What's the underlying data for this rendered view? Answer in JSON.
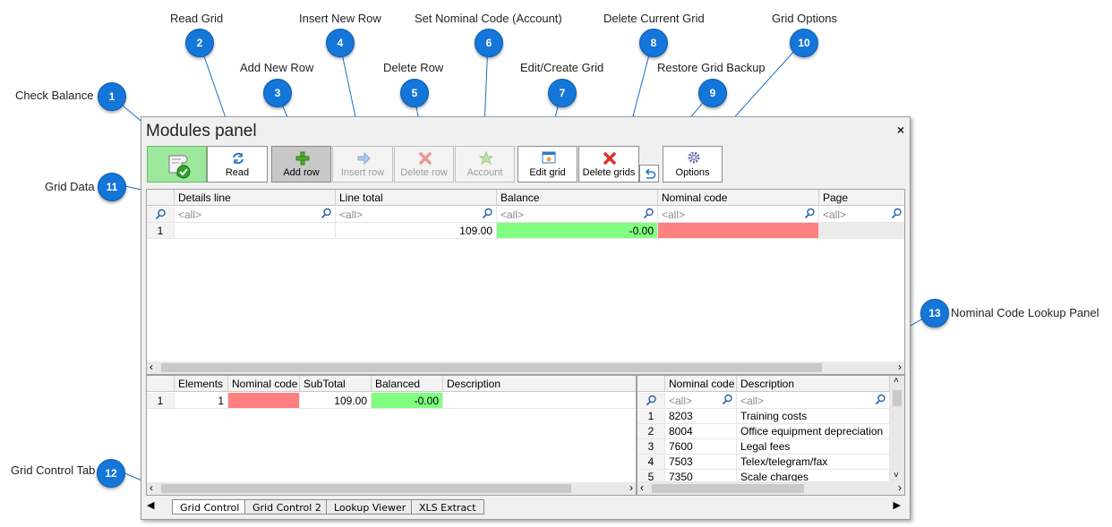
{
  "callouts": [
    {
      "num": "1",
      "label": "Check Balance"
    },
    {
      "num": "2",
      "label": "Read Grid"
    },
    {
      "num": "3",
      "label": "Add New Row"
    },
    {
      "num": "4",
      "label": "Insert New Row"
    },
    {
      "num": "5",
      "label": "Delete Row"
    },
    {
      "num": "6",
      "label": "Set Nominal Code (Account)"
    },
    {
      "num": "7",
      "label": "Edit/Create Grid"
    },
    {
      "num": "8",
      "label": "Delete Current Grid"
    },
    {
      "num": "9",
      "label": "Restore Grid Backup"
    },
    {
      "num": "10",
      "label": "Grid Options"
    },
    {
      "num": "11",
      "label": "Grid Data"
    },
    {
      "num": "12",
      "label": "Grid Control Tab"
    },
    {
      "num": "13",
      "label": "Nominal Code Lookup Panel"
    }
  ],
  "panel": {
    "title": "Modules panel",
    "close": "×"
  },
  "toolbar": {
    "read": "Read",
    "add_row": "Add row",
    "insert_row": "Insert row",
    "delete_row": "Delete row",
    "account": "Account",
    "edit_grid": "Edit grid",
    "delete_grids": "Delete grids",
    "options": "Options"
  },
  "main_grid": {
    "columns": [
      "Details line",
      "Line total",
      "Balance",
      "Nominal code",
      "Page"
    ],
    "filter_text": "<all>",
    "rows": [
      {
        "num": "1",
        "details": "",
        "line_total": "109.00",
        "balance": "-0.00",
        "nominal_code": "",
        "page": ""
      }
    ]
  },
  "summary_grid": {
    "columns": [
      "Elements",
      "Nominal code",
      "SubTotal",
      "Balanced",
      "Description"
    ],
    "rows": [
      {
        "num": "1",
        "elements": "1",
        "nominal_code": "",
        "subtotal": "109.00",
        "balanced": "-0.00",
        "description": ""
      }
    ]
  },
  "lookup_grid": {
    "columns": [
      "Nominal code",
      "Description"
    ],
    "filter_text": "<all>",
    "rows": [
      {
        "num": "1",
        "code": "8203",
        "desc": "Training costs"
      },
      {
        "num": "2",
        "code": "8004",
        "desc": "Office equipment depreciation"
      },
      {
        "num": "3",
        "code": "7600",
        "desc": "Legal fees"
      },
      {
        "num": "4",
        "code": "7503",
        "desc": "Telex/telegram/fax"
      },
      {
        "num": "5",
        "code": "7350",
        "desc": "Scale charges"
      }
    ]
  },
  "tabs": [
    "Grid Control",
    "Grid Control 2",
    "Lookup Viewer",
    "XLS Extract"
  ],
  "colors": {
    "accent_badge": "#1476d9",
    "balance_ok": "#80ff80",
    "nominal_missing": "#ff8080",
    "selected_toolbar": "#c8c8c8"
  }
}
